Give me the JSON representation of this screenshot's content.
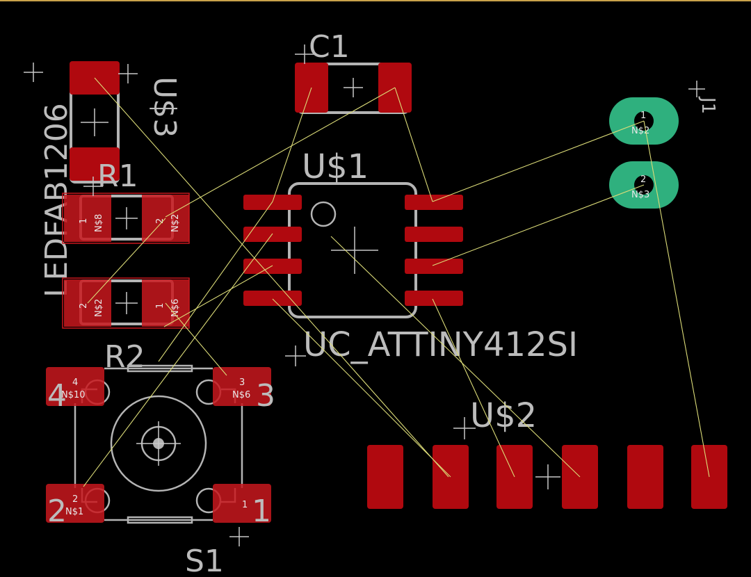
{
  "components": {
    "c1": "C1",
    "us3": "U$3",
    "led_value": "LEDFAB1206",
    "r1": "R1",
    "r2": "R2",
    "us1": "U$1",
    "us1_value": "UC_ATTINY412SI",
    "us2": "U$2",
    "s1": "S1",
    "j1": "J1"
  },
  "pads": {
    "r1_1_num": "1",
    "r1_1_net": "N$8",
    "r1_2_num": "2",
    "r1_2_net": "N$2",
    "r2_2_num": "2",
    "r2_2_net": "N$2",
    "r2_1_num": "1",
    "r2_1_net": "N$6",
    "s1_4_num": "4",
    "s1_4_net": "N$10",
    "s1_3_num": "3",
    "s1_3_net": "N$6",
    "s1_2_num": "2",
    "s1_2_net": "N$1",
    "s1_1_num": "1",
    "j1_1_num": "1",
    "j1_1_net": "N$2",
    "j1_2_num": "2",
    "j1_2_net": "N$3"
  },
  "colors": {
    "background": "#000000",
    "pad": "#c8171d",
    "through_hole": "#2fb07e",
    "silkscreen": "#b4b4b4",
    "airwire": "#dcdc78",
    "frame": "#c9a24a"
  }
}
